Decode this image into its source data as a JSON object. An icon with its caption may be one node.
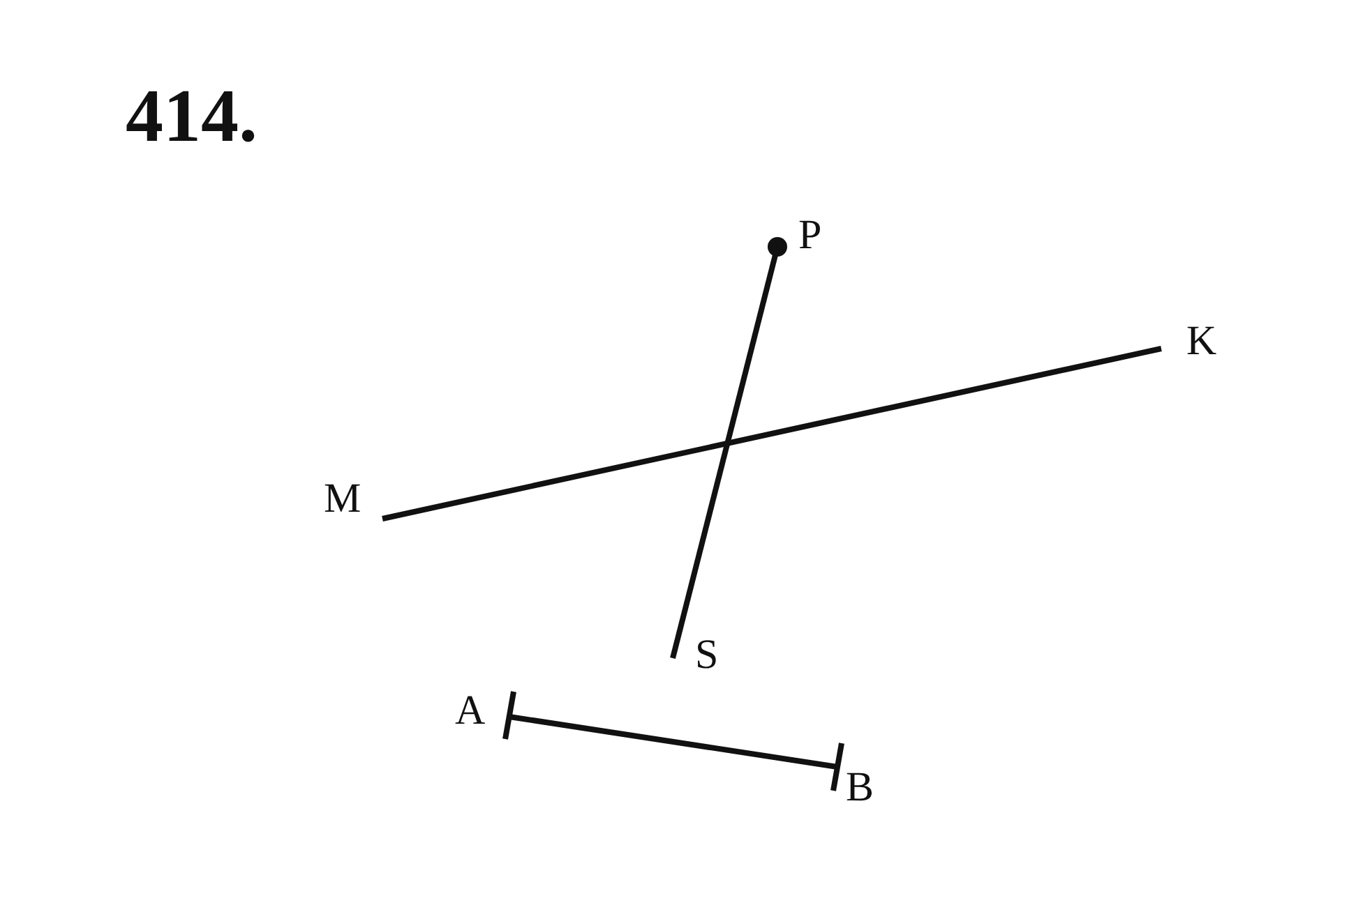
{
  "diagram": {
    "title": "414.",
    "labels": [
      "P",
      "K",
      "M",
      "S",
      "A",
      "B"
    ]
  }
}
